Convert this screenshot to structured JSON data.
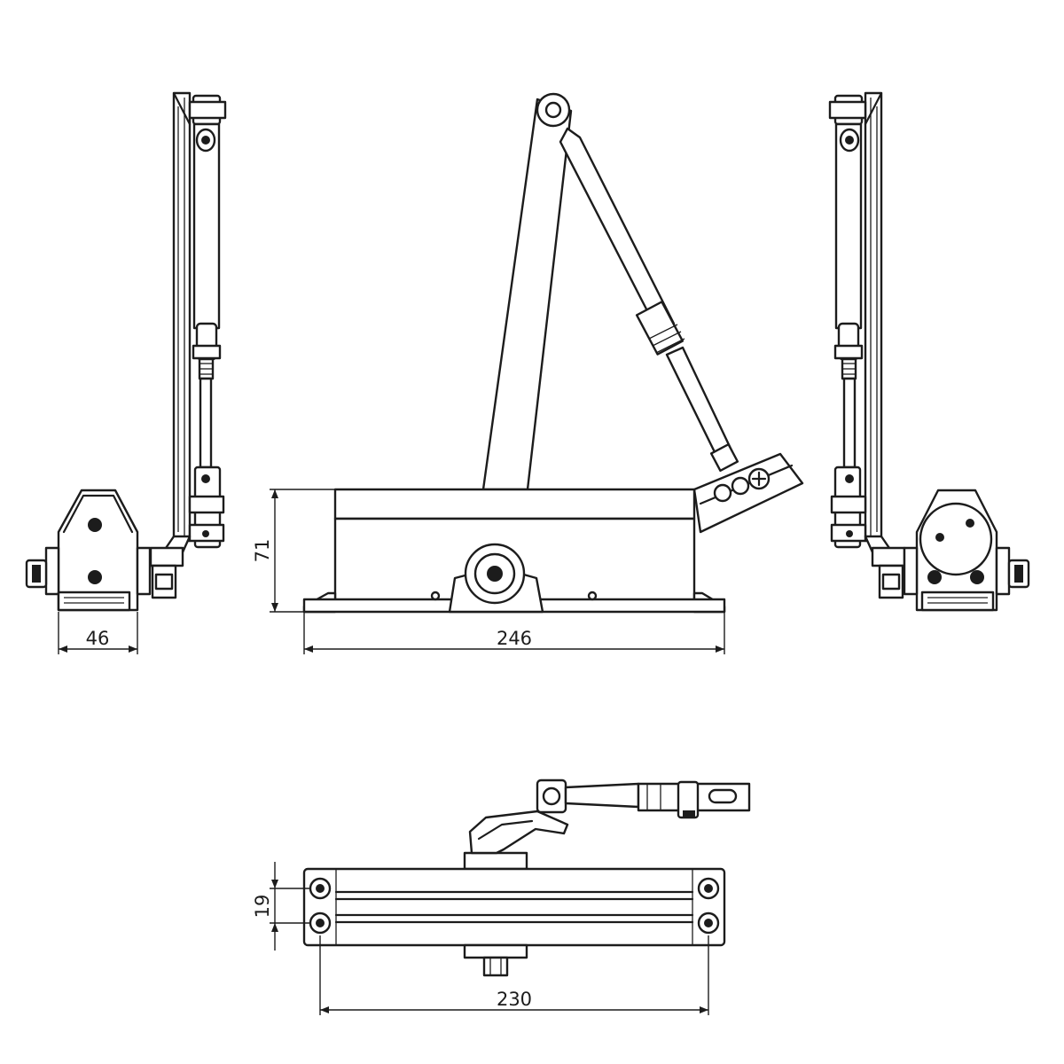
{
  "dimensions": {
    "side_width": "46",
    "body_height": "71",
    "body_length": "246",
    "mount_spacing": "19",
    "top_length": "230"
  },
  "colors": {
    "stroke": "#1c1c1c",
    "background": "#ffffff"
  }
}
